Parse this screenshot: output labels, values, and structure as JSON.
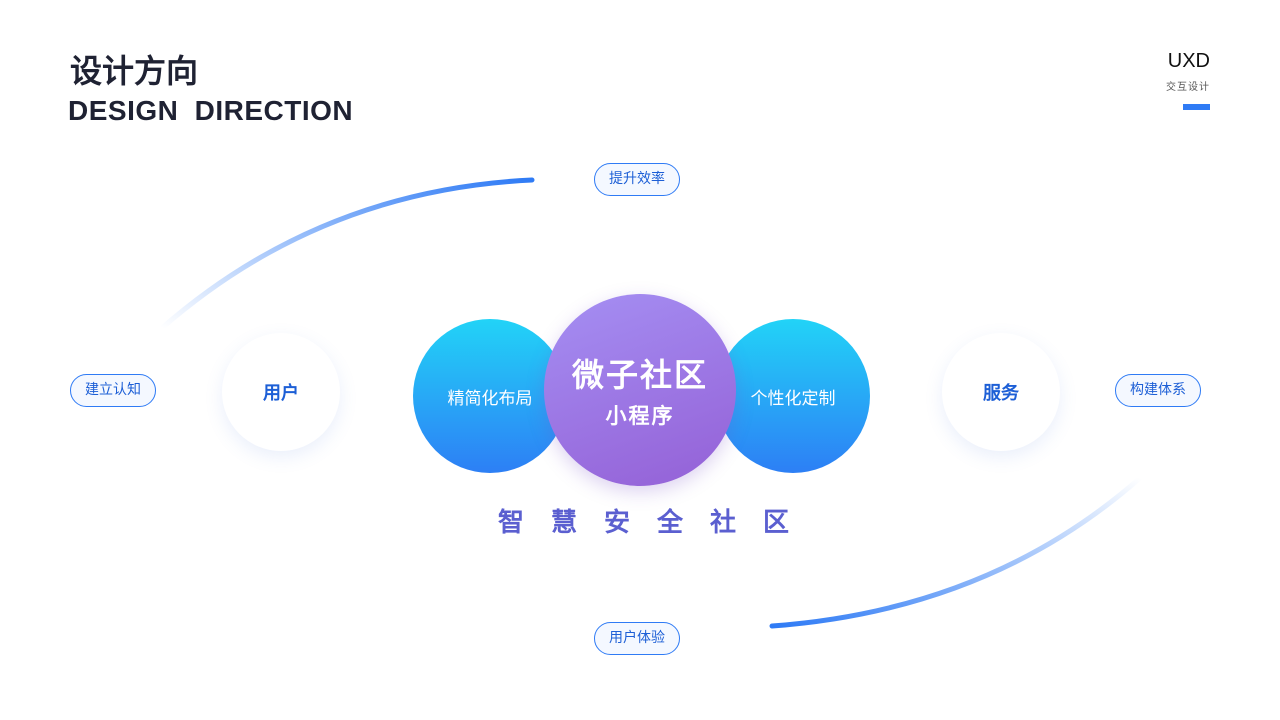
{
  "header": {
    "title_cn": "设计方向",
    "title_en": "DESIGN DIRECTION"
  },
  "brand": {
    "name": "UXD",
    "subtitle": "交互设计",
    "accent": "#2f7bf5"
  },
  "pills": {
    "top": "提升效率",
    "left": "建立认知",
    "right": "构建体系",
    "bottom": "用户体验"
  },
  "nodes": {
    "user": "用户",
    "service": "服务",
    "left_circle": "精简化布局",
    "right_circle": "个性化定制",
    "center_title": "微子社区",
    "center_sub": "小程序"
  },
  "slogan": "智慧安全社区"
}
